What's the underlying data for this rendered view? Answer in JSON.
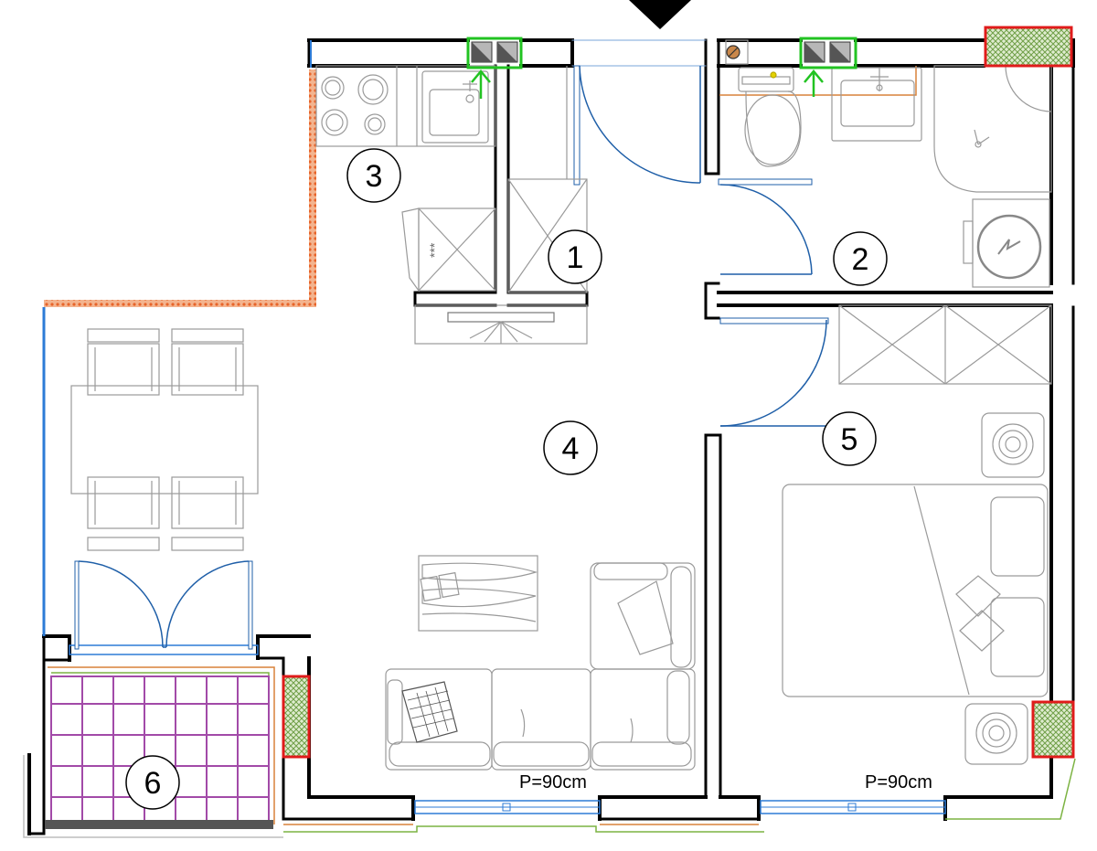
{
  "rooms": [
    {
      "number": "1"
    },
    {
      "number": "2"
    },
    {
      "number": "3"
    },
    {
      "number": "4"
    },
    {
      "number": "5"
    },
    {
      "number": "6"
    }
  ],
  "labels": {
    "sill_living": "P=90cm",
    "sill_bedroom": "P=90cm",
    "hob_mark": "***"
  },
  "colors": {
    "wall": "#000000",
    "door": "#1f5fa8",
    "insulation_wall": "#e8642a",
    "glazing_blue": "#2d7bd6",
    "vent": "#22c322",
    "radiator_fill": "#8fbf6a",
    "radiator_border": "#e01b1b",
    "balcony_grid": "#a24aa8",
    "pipe_green": "#7cb342",
    "pipe_orange": "#d9823a",
    "furniture": "#9a9a9a"
  }
}
